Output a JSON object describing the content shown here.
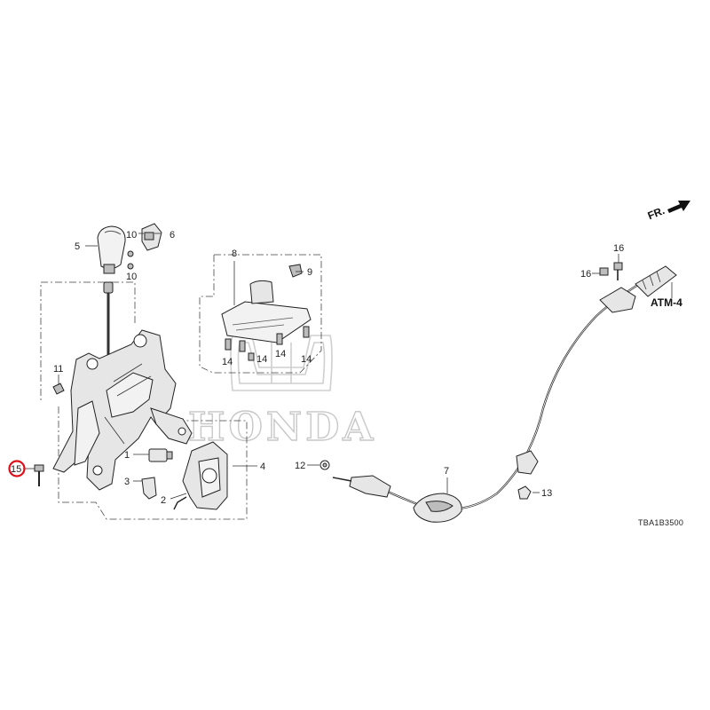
{
  "diagram": {
    "diagram_code": "TBA1B3500",
    "direction_label": "FR.",
    "reference_label": "ATM-4",
    "watermark_text": "HONDA",
    "highlighted_part": "15",
    "highlight_color": "#e0101a",
    "callouts": {
      "c1": "1",
      "c2": "2",
      "c3": "3",
      "c4": "4",
      "c5": "5",
      "c6": "6",
      "c7": "7",
      "c8": "8",
      "c9": "9",
      "c10a": "10",
      "c10b": "10",
      "c11": "11",
      "c12": "12",
      "c13": "13",
      "c14a": "14",
      "c14b": "14",
      "c14c": "14",
      "c14d": "14",
      "c15": "15",
      "c16a": "16",
      "c16b": "16"
    }
  }
}
